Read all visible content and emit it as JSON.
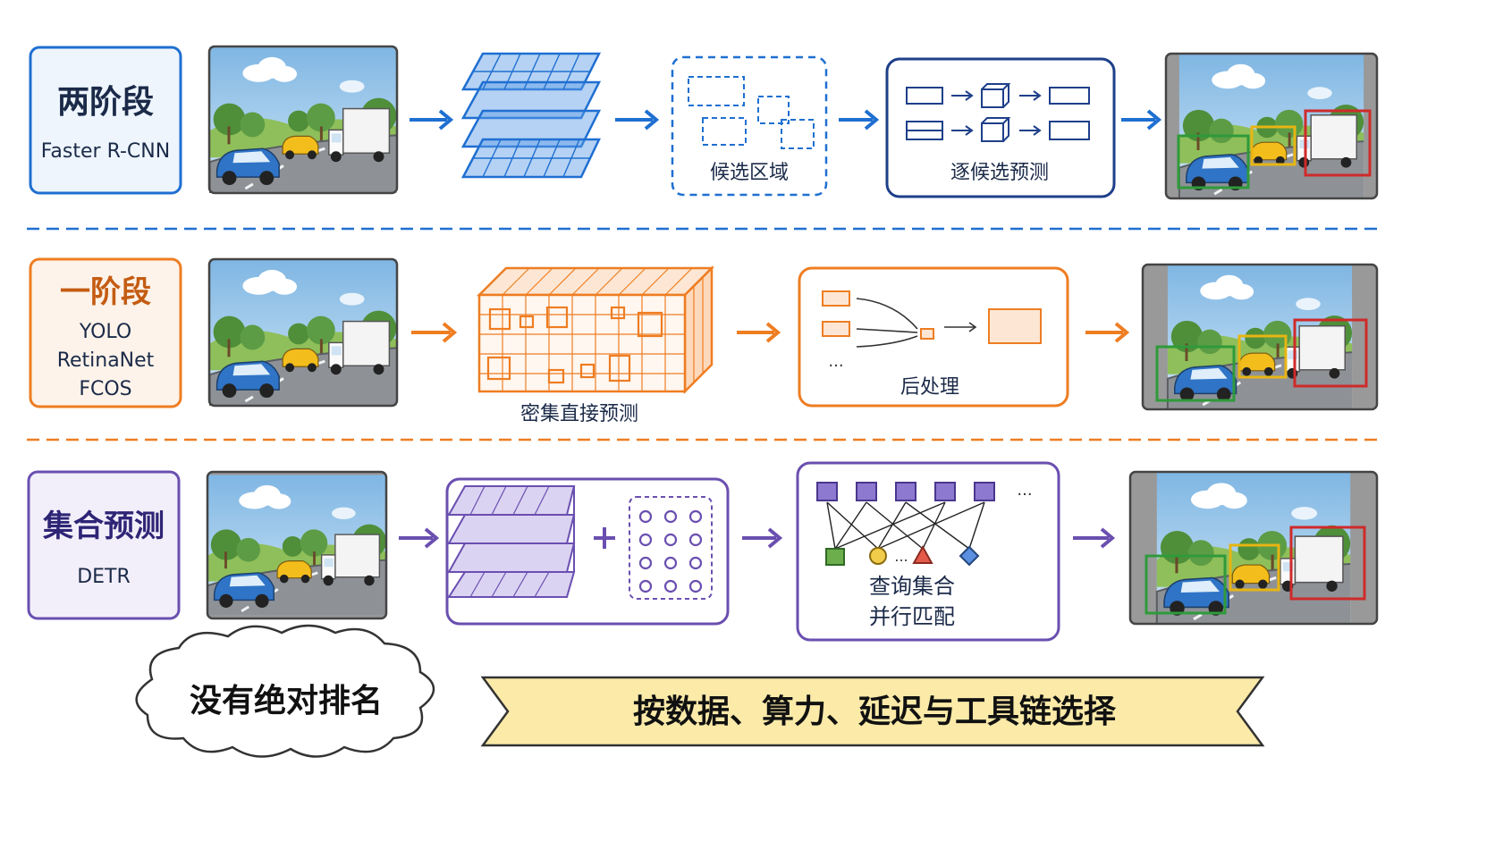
{
  "rows": [
    {
      "id": "two-stage",
      "title": "两阶段",
      "subtitles": [
        "Faster R-CNN"
      ],
      "color": "#1f6fd1",
      "steps": [
        "候选区域",
        "逐候选预测"
      ]
    },
    {
      "id": "one-stage",
      "title": "一阶段",
      "subtitles": [
        "YOLO",
        "RetinaNet",
        "FCOS"
      ],
      "color": "#ee7d22",
      "steps": [
        "密集直接预测",
        "后处理"
      ]
    },
    {
      "id": "set-prediction",
      "title": "集合预测",
      "subtitles": [
        "DETR"
      ],
      "color": "#6a4fb0",
      "steps": [
        "查询集合",
        "并行匹配"
      ]
    }
  ],
  "misc": {
    "ellipsis": "...",
    "plus": "+"
  },
  "footer": {
    "cloud_text": "没有绝对排名",
    "banner_text": "按数据、算力、延迟与工具链选择"
  },
  "detection_colors": {
    "green": "#2f9a3a",
    "yellow": "#e8b512",
    "red": "#cf2a2a"
  }
}
